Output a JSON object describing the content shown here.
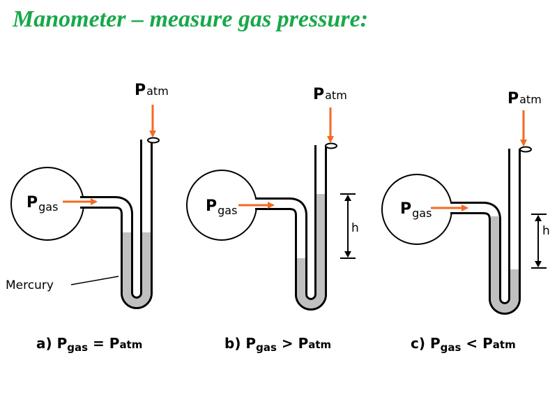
{
  "title": "Manometer – measure gas pressure:",
  "labels": {
    "p": "P",
    "atm_sub": "atm",
    "gas_sub": "gas",
    "height": "h",
    "mercury": "Mercury"
  },
  "panels": [
    {
      "id": "a",
      "caption_prefix": "a) ",
      "relation": " = ",
      "mercury_condition": "levels equal"
    },
    {
      "id": "b",
      "caption_prefix": "b) ",
      "relation": " > ",
      "mercury_condition": "open side higher"
    },
    {
      "id": "c",
      "caption_prefix": "c) ",
      "relation": " < ",
      "mercury_condition": "gas side higher"
    }
  ],
  "colors": {
    "title": "#18a84a",
    "arrow": "#f26b22",
    "mercury": "#c0c0c0",
    "outline": "#000000"
  }
}
